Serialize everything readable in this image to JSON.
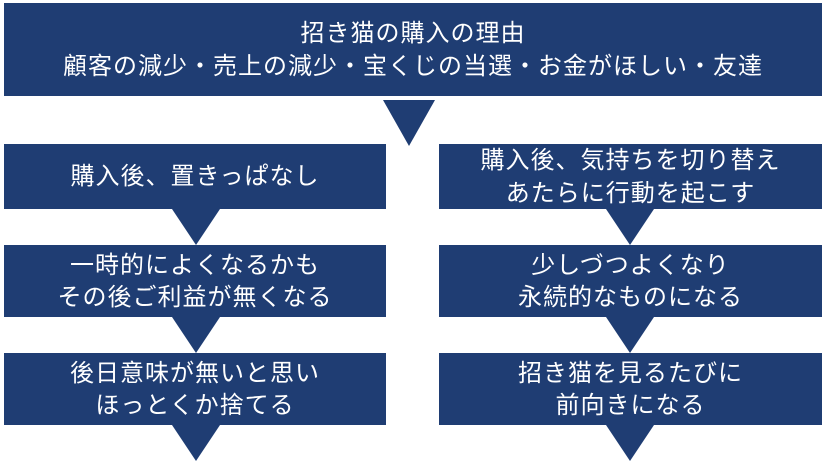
{
  "top": {
    "title": "招き猫の購入の理由",
    "reasons": "顧客の減少・売上の減少・宝くじの当選・お金がほしい・友達"
  },
  "left": {
    "step1": [
      "購入後、置きっぱなし"
    ],
    "step2": [
      "一時的によくなるかも",
      "その後ご利益が無くなる"
    ],
    "step3": [
      "後日意味が無いと思い",
      "ほっとくか捨てる"
    ]
  },
  "right": {
    "step1": [
      "購入後、気持ちを切り替え",
      "あたらに行動を起こす"
    ],
    "step2": [
      "少しづつよくなり",
      "永続的なものになる"
    ],
    "step3": [
      "招き猫を見るたびに",
      "前向きになる"
    ]
  },
  "colors": {
    "box": "#1f3d73",
    "text": "#ffffff"
  }
}
